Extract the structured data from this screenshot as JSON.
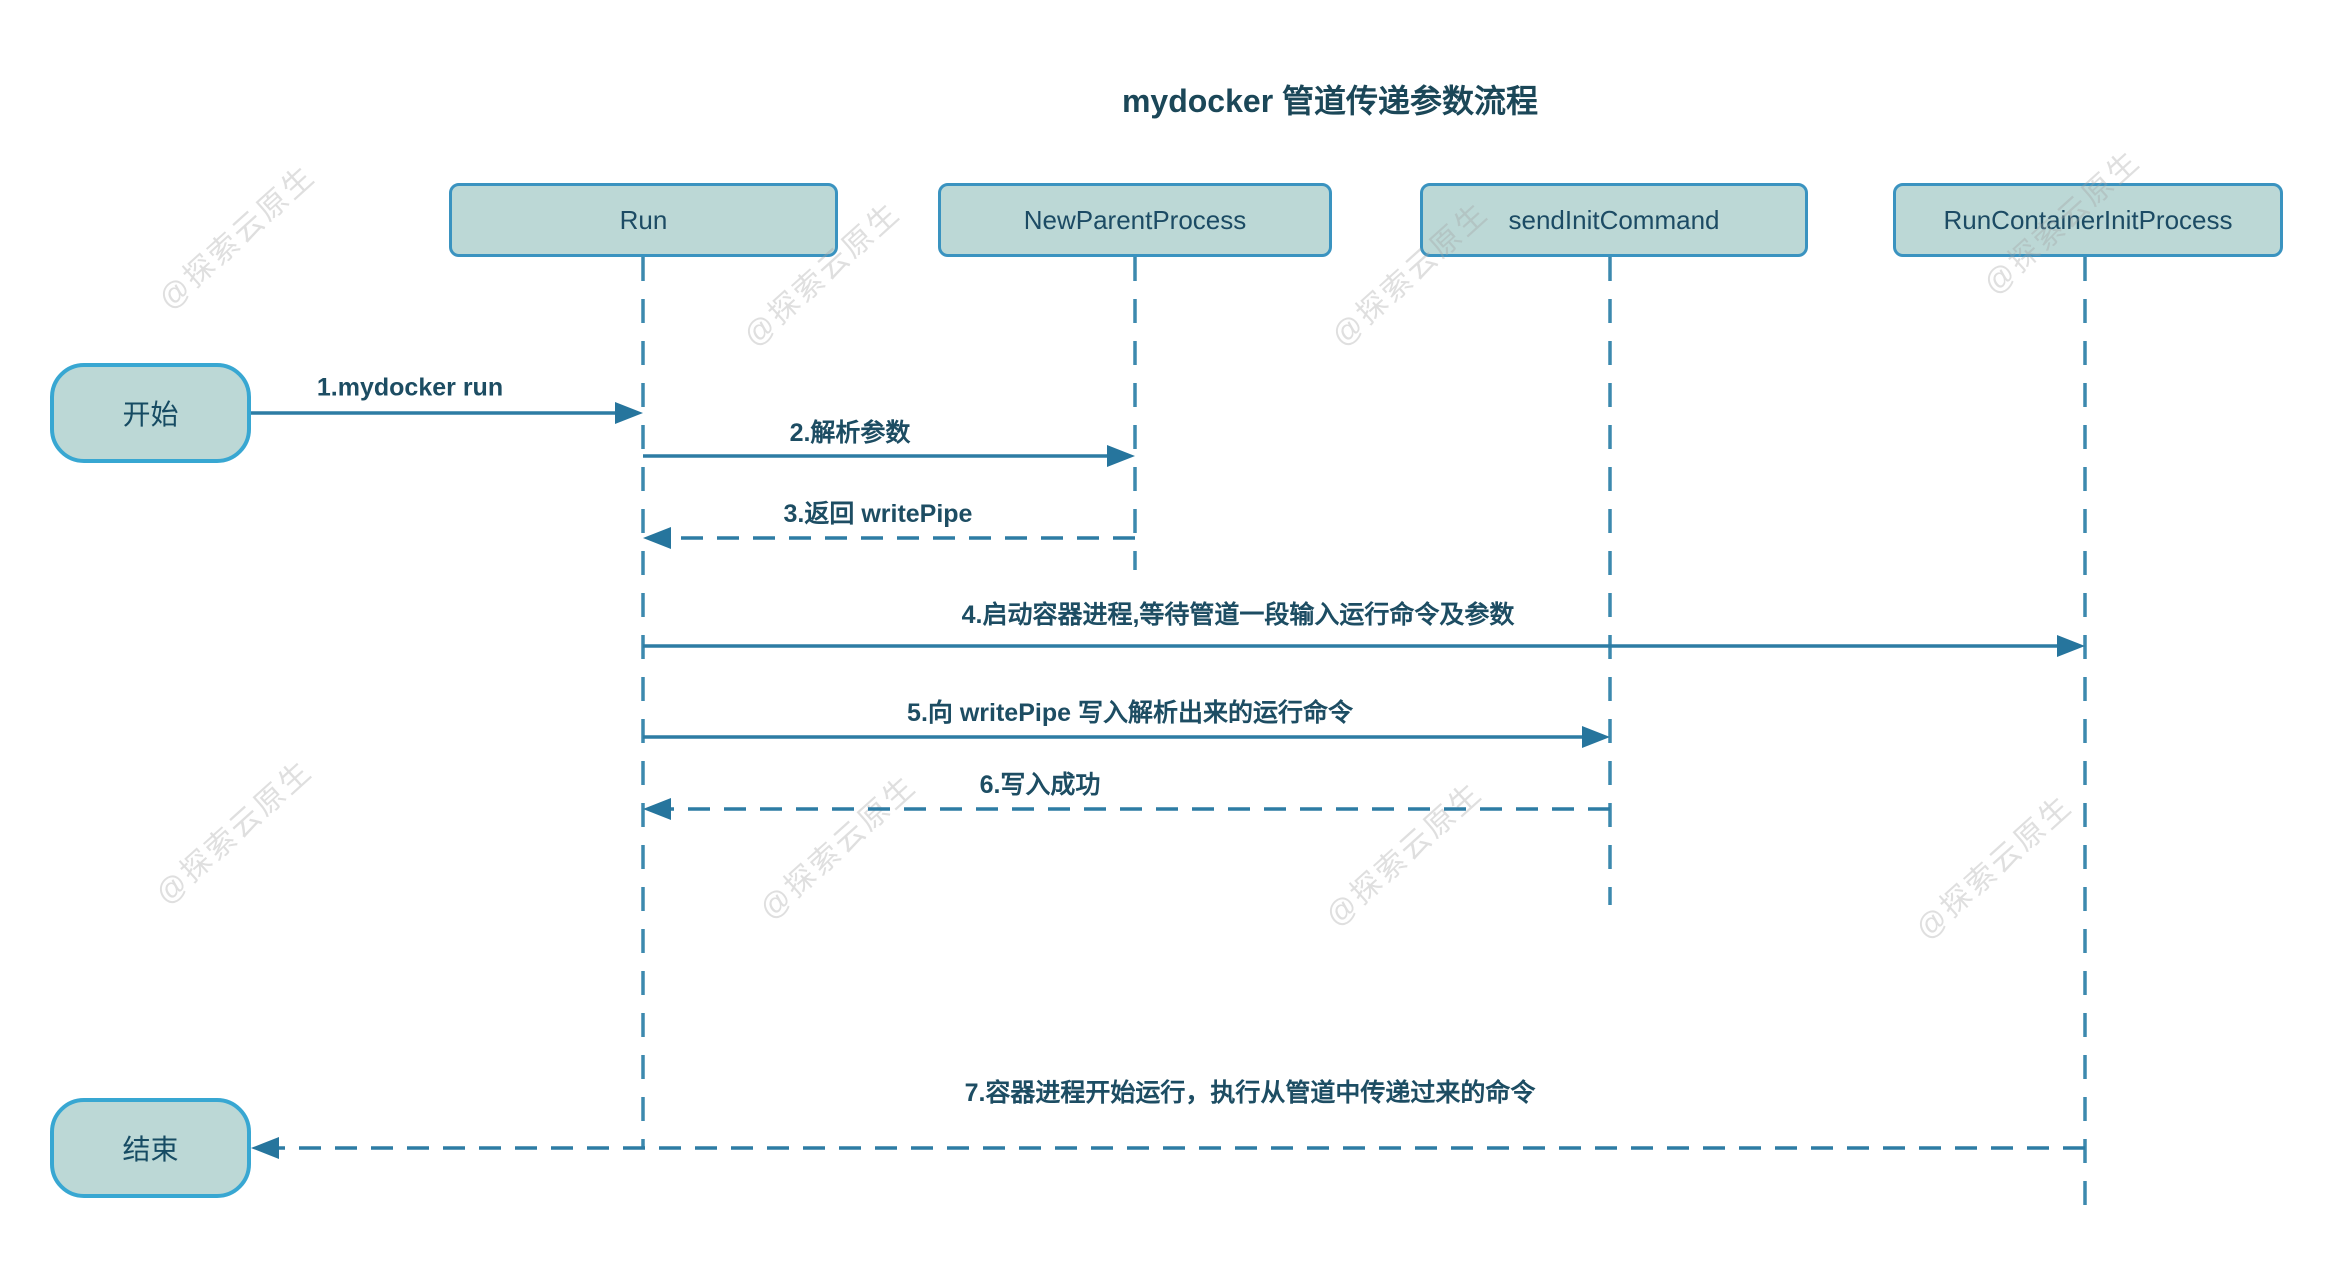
{
  "title": "mydocker 管道传递参数流程",
  "watermark": {
    "text": "@探索云原生"
  },
  "participants": [
    {
      "label": "Run"
    },
    {
      "label": "NewParentProcess"
    },
    {
      "label": "sendInitCommand"
    },
    {
      "label": "RunContainerInitProcess"
    }
  ],
  "nodes": {
    "start": "开始",
    "end": "结束"
  },
  "messages": [
    {
      "seq": 1,
      "label": "1.mydocker run",
      "from": "开始",
      "to": "Run",
      "line": "solid"
    },
    {
      "seq": 2,
      "label": "2.解析参数",
      "from": "Run",
      "to": "NewParentProcess",
      "line": "solid"
    },
    {
      "seq": 3,
      "label": "3.返回 writePipe",
      "from": "NewParentProcess",
      "to": "Run",
      "line": "dashed"
    },
    {
      "seq": 4,
      "label": "4.启动容器进程,等待管道一段输入运行命令及参数",
      "from": "Run",
      "to": "RunContainerInitProcess",
      "line": "solid"
    },
    {
      "seq": 5,
      "label": "5.向 writePipe 写入解析出来的运行命令",
      "from": "Run",
      "to": "sendInitCommand",
      "line": "solid"
    },
    {
      "seq": 6,
      "label": "6.写入成功",
      "from": "sendInitCommand",
      "to": "Run",
      "line": "dashed"
    },
    {
      "seq": 7,
      "label": "7.容器进程开始运行，执行从管道中传递过来的命令",
      "from": "RunContainerInitProcess",
      "to": "结束",
      "line": "dashed"
    }
  ],
  "colors": {
    "box_fill": "#bcd8d6",
    "box_border": "#3a93c0",
    "terminal_border": "#38a7d2",
    "arrow": "#2d7ca4",
    "lifeline": "#3c89ae",
    "text": "#1c4b64",
    "title_text": "#1b4758",
    "watermark": "#dedede"
  }
}
